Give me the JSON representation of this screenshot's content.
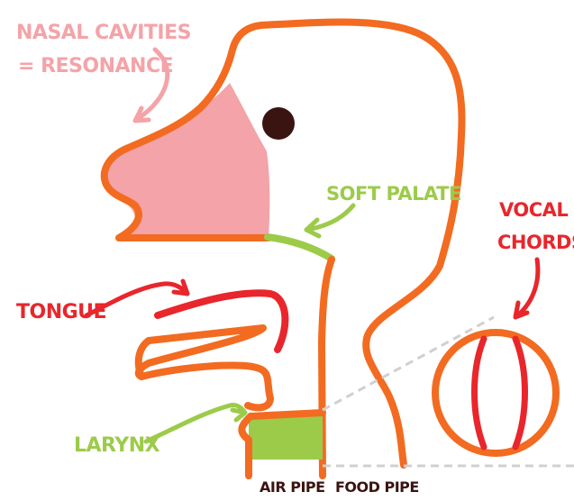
{
  "labels": {
    "nasal_line1": "NASAL CAVITIES",
    "nasal_line2": "= RESONANCE",
    "soft_palate": "SOFT PALATE",
    "vocal_line1": "VOCAL",
    "vocal_line2": "CHORDS",
    "tongue": "TONGUE",
    "larynx": "LARYNX",
    "air_pipe": "AIR PIPE",
    "food_pipe": "FOOD PIPE"
  },
  "colors": {
    "outline": "#F26B21",
    "nasal": "#F4A3A8",
    "nasal_label": "#F4A3A8",
    "green": "#9CCB4A",
    "red": "#E8262C",
    "eye": "#3A1410",
    "dark_label": "#3A1410",
    "dashed": "#D0D0D0"
  }
}
